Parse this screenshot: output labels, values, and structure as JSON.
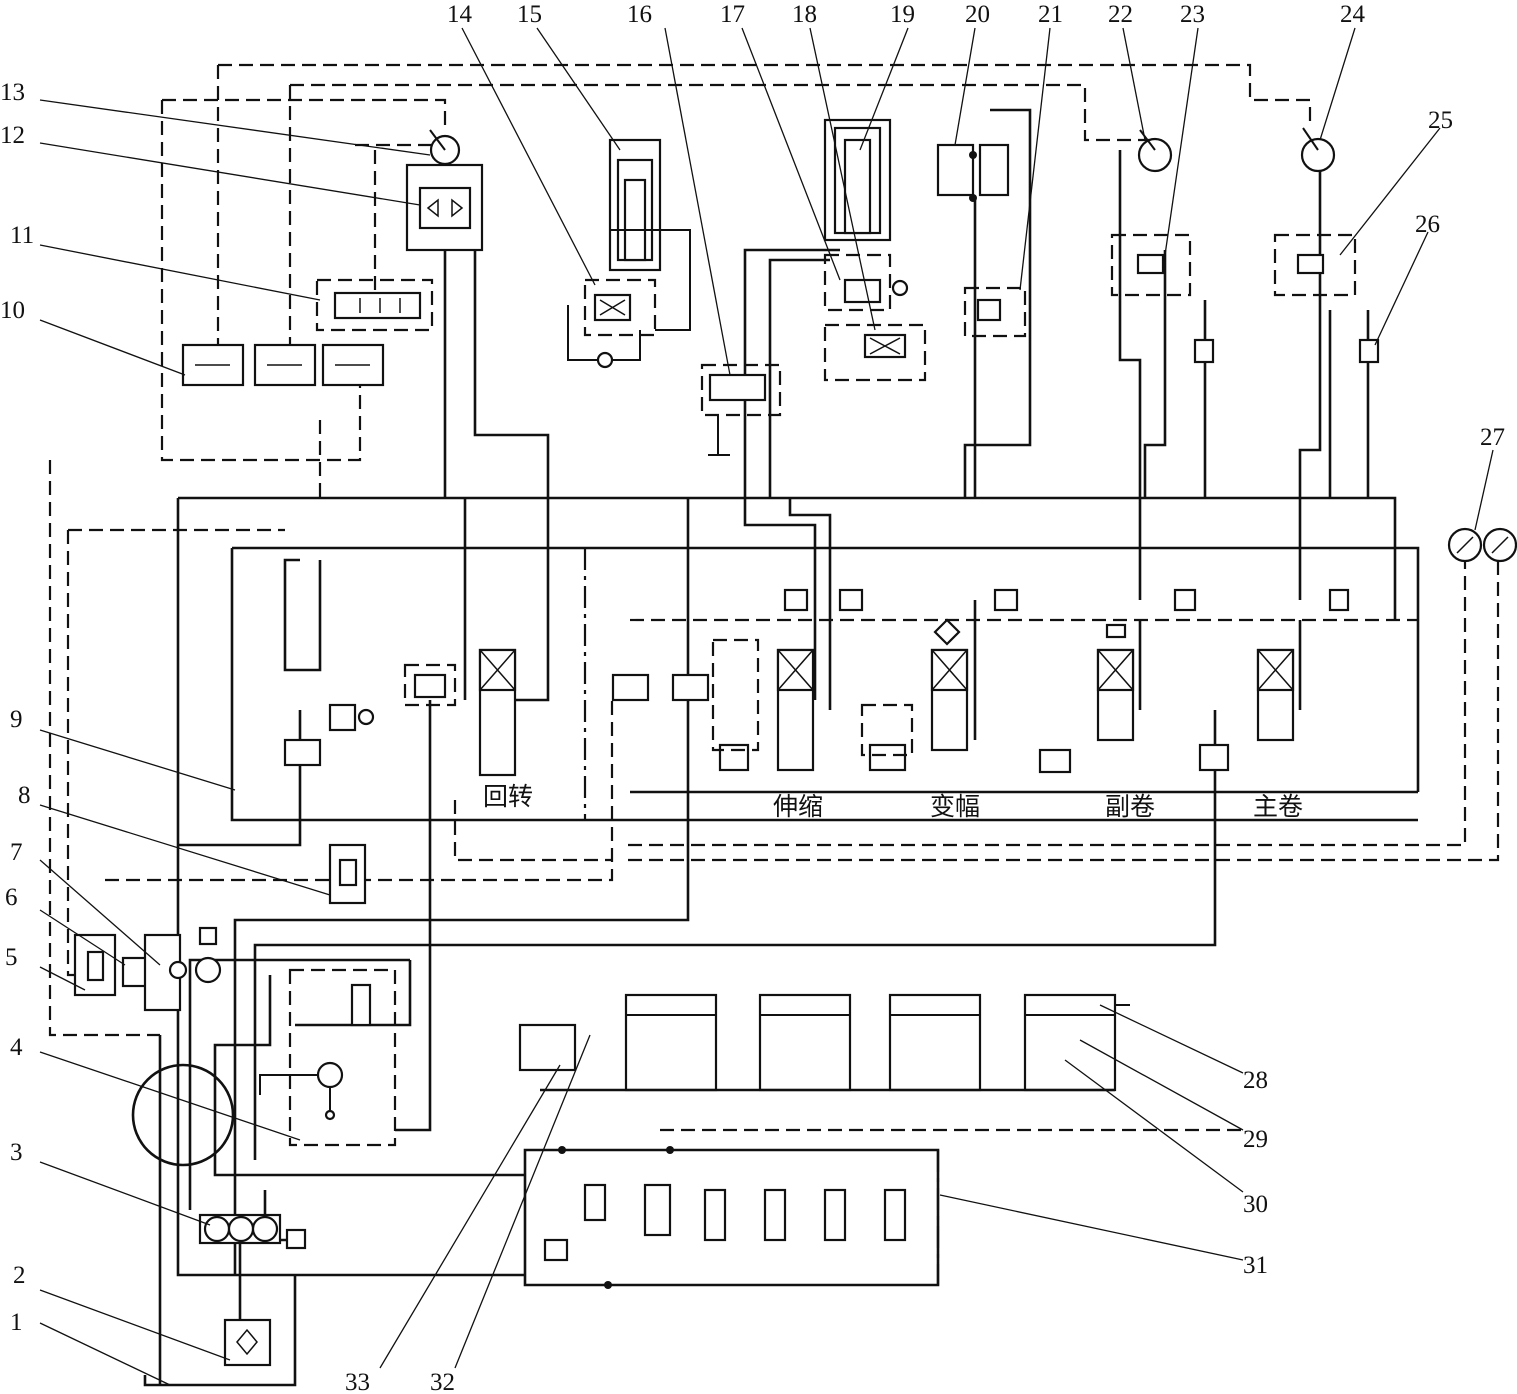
{
  "diagram": {
    "callouts": [
      "1",
      "2",
      "3",
      "4",
      "5",
      "6",
      "7",
      "8",
      "9",
      "10",
      "11",
      "12",
      "13",
      "14",
      "15",
      "16",
      "17",
      "18",
      "19",
      "20",
      "21",
      "22",
      "23",
      "24",
      "25",
      "26",
      "27",
      "28",
      "29",
      "30",
      "31",
      "32",
      "33"
    ],
    "sections": {
      "slew": "回转",
      "telescope": "伸缩",
      "luffing": "变幅",
      "aux_hoist": "副卷",
      "main_hoist": "主卷"
    }
  }
}
